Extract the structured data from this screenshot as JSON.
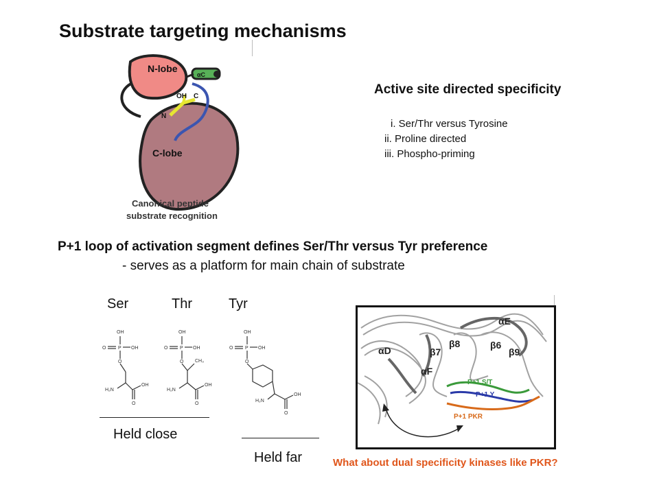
{
  "title": "Substrate targeting mechanisms",
  "kinase_diagram": {
    "n_lobe": "N-lobe",
    "alpha_c": "αC",
    "oh": "OH",
    "c": "C",
    "n": "N",
    "c_lobe": "C-lobe",
    "caption_line1": "Canonical peptide",
    "caption_line2": "substrate recognition",
    "colors": {
      "n_lobe": "#f08a86",
      "c_lobe": "#b07a80",
      "alpha_c": "#58b058",
      "peptide": "#e6e632",
      "loop": "#3b55b0"
    }
  },
  "active_site": {
    "heading": "Active site directed specificity",
    "items": [
      "i. Ser/Thr versus Tyrosine",
      "ii. Proline directed",
      "iii. Phospho-priming"
    ]
  },
  "p1_loop": {
    "heading": "P+1 loop of activation segment defines Ser/Thr versus Tyr preference",
    "subline": "- serves as a platform for main chain of substrate"
  },
  "amino_acids": {
    "ser": "Ser",
    "thr": "Thr",
    "tyr": "Tyr",
    "atoms": {
      "oh": "OH",
      "o": "O",
      "p": "P",
      "h2n": "H₂N",
      "ch3": "CH₃"
    }
  },
  "held_close": "Held close",
  "held_far": "Held far",
  "structure": {
    "alpha_e": "αE",
    "beta8": "β8",
    "beta7": "β7",
    "beta6": "β6",
    "beta9": "β9",
    "alpha_d": "αD",
    "alpha_f": "αF",
    "p1_st": "P+1 S/T",
    "p1_y": "P+1 Y",
    "p1_pkr": "P+1 PKR",
    "colors": {
      "p1_st": "#3a9a3a",
      "p1_y": "#2a3aa8",
      "p1_pkr": "#d86a1a"
    }
  },
  "question": "What about dual specificity kinases like PKR?"
}
